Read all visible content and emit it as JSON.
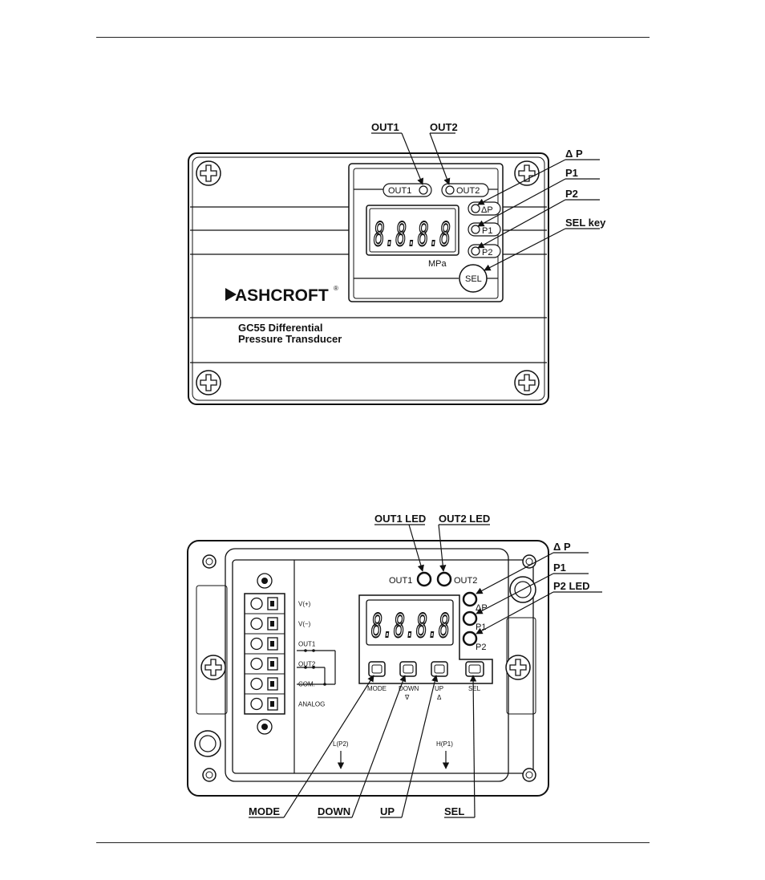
{
  "figure1": {
    "callouts": {
      "out1": "OUT1",
      "out2": "OUT2",
      "delta_p": "Δ P",
      "p1": "P1",
      "p2": "P2",
      "sel_key": "SEL key"
    },
    "panel_labels": {
      "out1": "OUT1",
      "out2": "OUT2",
      "delta_p": "ΔP",
      "p1": "P1",
      "p2": "P2",
      "sel": "SEL",
      "unit": "MPa",
      "display": "8.8.8.8"
    },
    "brand": "ASHCROFT",
    "trademark": "®",
    "model_line1": "GC55 Differential",
    "model_line2": "Pressure Transducer"
  },
  "figure2": {
    "callouts": {
      "out1_led": "OUT1 LED",
      "out2_led": "OUT2 LED",
      "delta_p": "Δ P",
      "p1": "P1",
      "p2_led": "P2 LED",
      "mode": "MODE",
      "down": "DOWN",
      "up": "UP",
      "sel": "SEL"
    },
    "panel_labels": {
      "out1": "OUT1",
      "out2": "OUT2",
      "delta_p": "ΔP",
      "p1": "P1",
      "p2": "P2",
      "display": "8.8.8.8",
      "mode": "MODE",
      "down": "DOWN",
      "down_sym": "∇",
      "up": "UP",
      "up_sym": "Δ",
      "sel": "SEL",
      "low_port": "L(P2)",
      "high_port": "H(P1)"
    },
    "terminals": [
      "V(+)",
      "V(−)",
      "OUT1",
      "OUT2",
      "COM.",
      "ANALOG"
    ]
  }
}
